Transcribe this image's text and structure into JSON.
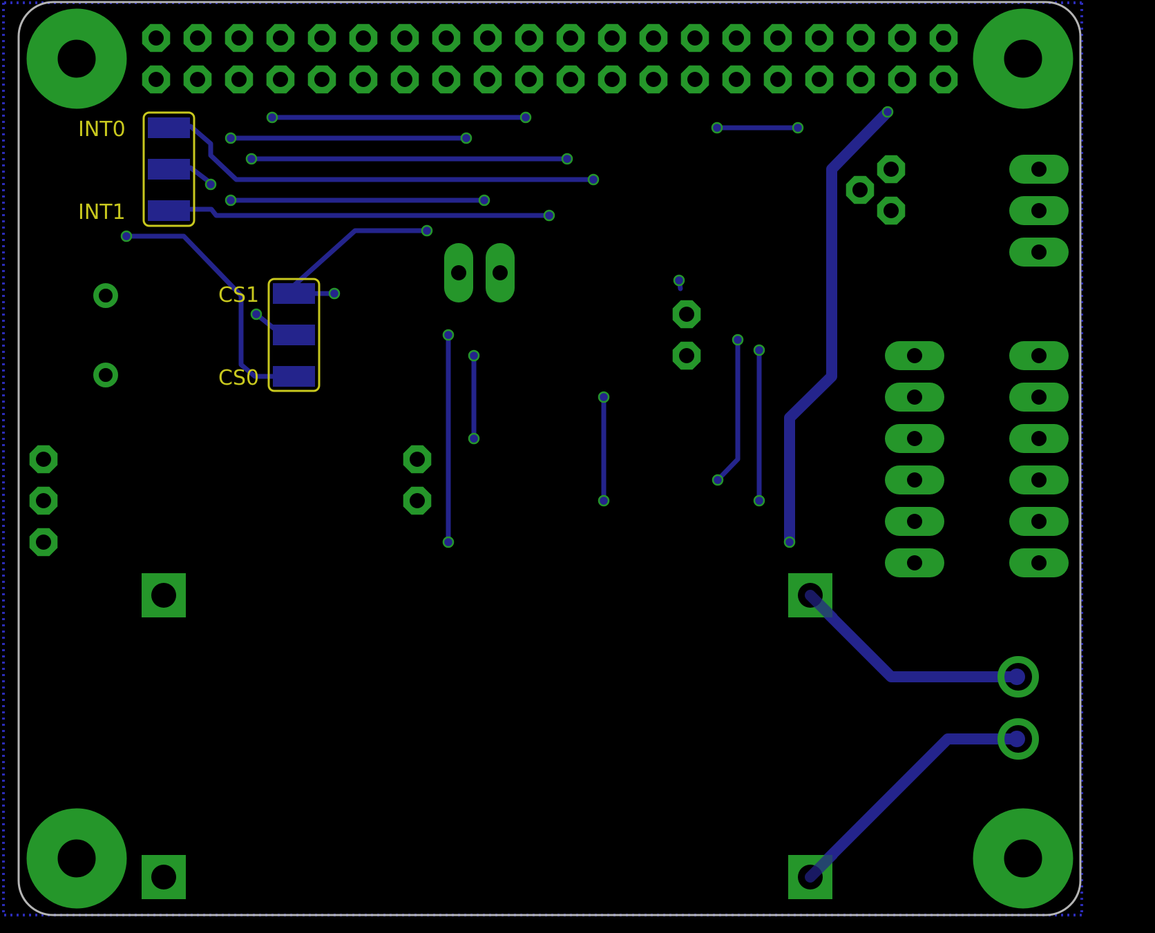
{
  "colors": {
    "background": "#000000",
    "copper": "#24248c",
    "pad": "#25962a",
    "silkscreen": "#c8c81e",
    "outline": "#b4b4b4",
    "dotted_border": "#2b2bb6"
  },
  "labels": {
    "int0": "INT0",
    "int1": "INT1",
    "cs1": "CS1",
    "cs0": "CS0"
  },
  "board": {
    "header_columns": 20,
    "header_rows": 2,
    "mounting_holes": 4
  }
}
